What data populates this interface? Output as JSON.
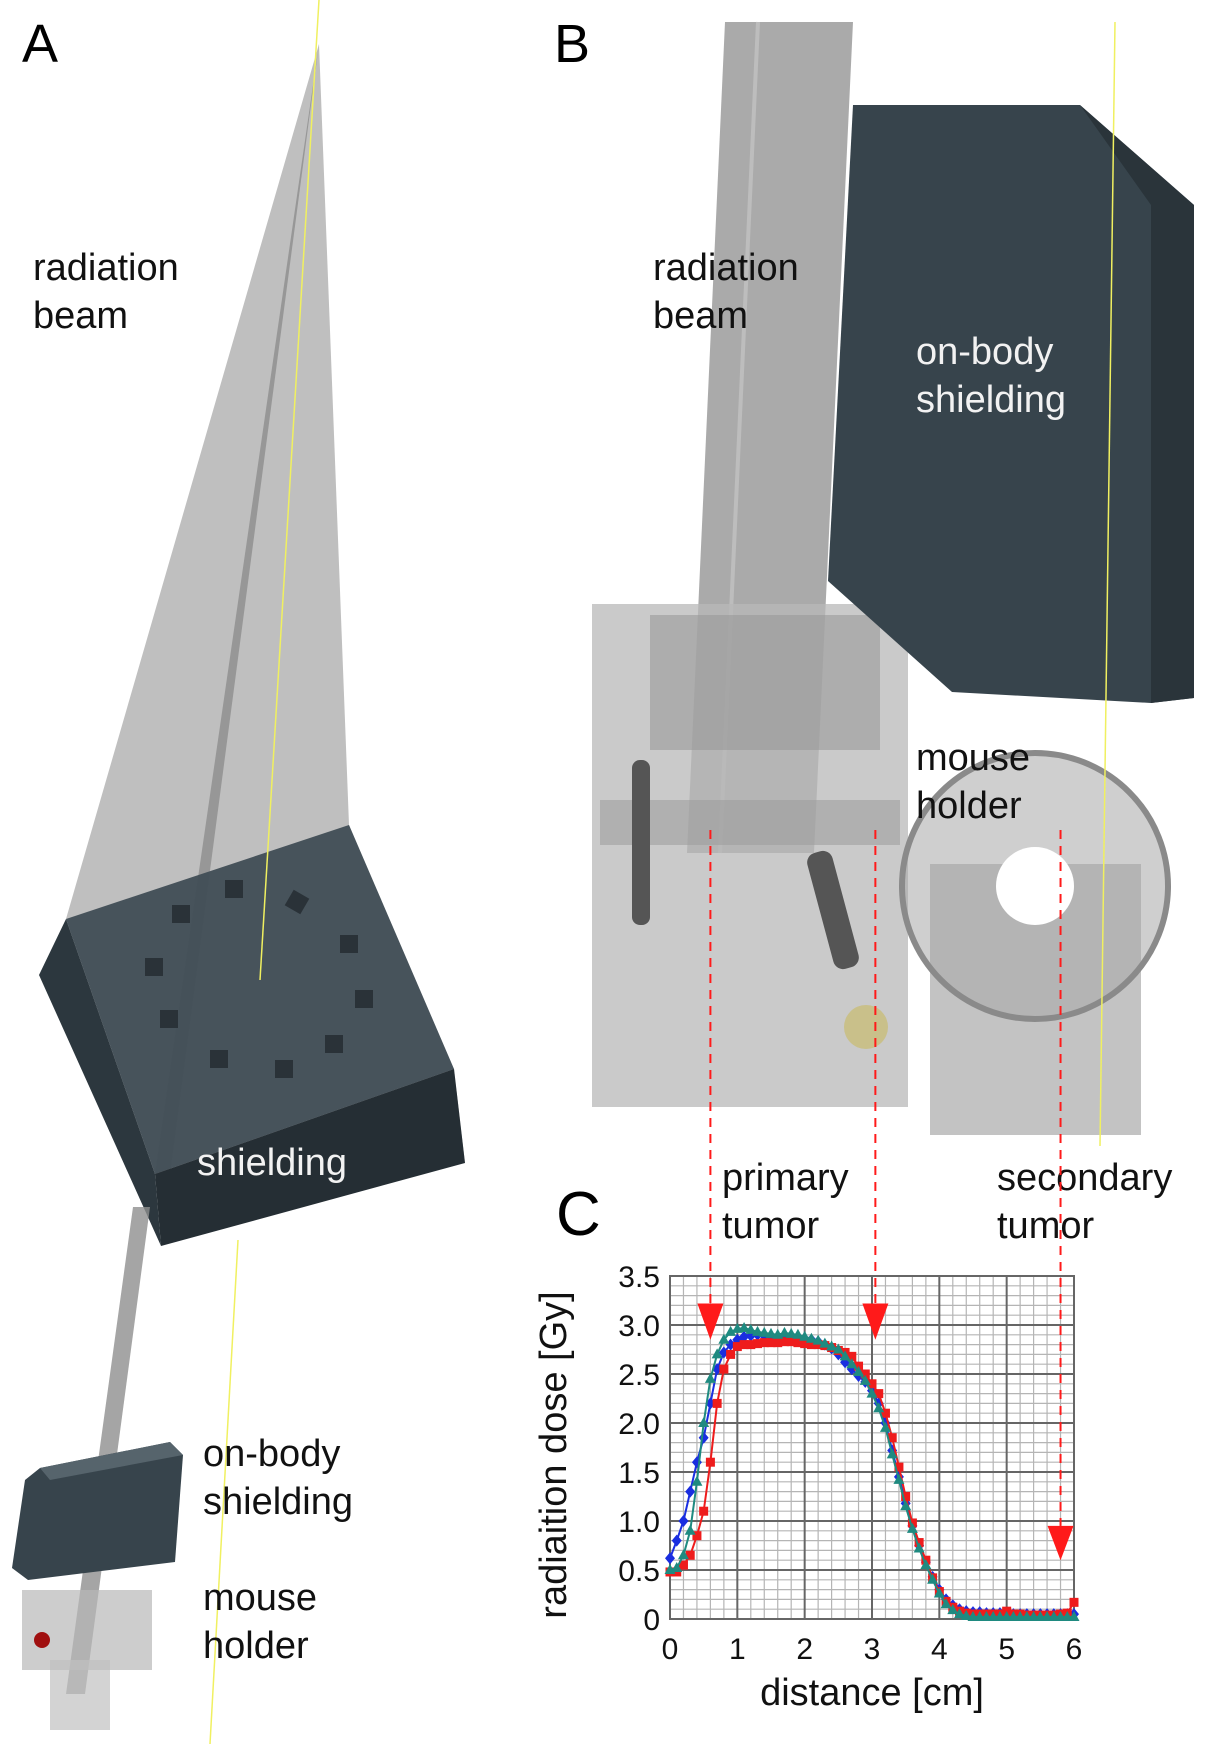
{
  "panels": {
    "a": {
      "letter": "A",
      "beam_label": [
        "radiation",
        "beam"
      ],
      "shielding_label": "shielding",
      "onbody_label": [
        "on-body",
        "shielding"
      ],
      "holder_label": [
        "mouse",
        "holder"
      ]
    },
    "b": {
      "letter": "B",
      "beam_label": [
        "radiation",
        "beam"
      ],
      "onbody_label": [
        "on-body",
        "shielding"
      ],
      "holder_label": [
        "mouse",
        "holder"
      ]
    },
    "c": {
      "letter": "C",
      "primary_label": [
        "primary",
        "tumor"
      ],
      "secondary_label": [
        "secondary",
        "tumor"
      ]
    }
  },
  "colors": {
    "blue": "#1a2ee0",
    "red": "#ee1c1c",
    "teal": "#1f8a80",
    "arrow": "#ff1a1a",
    "dark_shield": "#37444c",
    "yellow": "#f0f060"
  },
  "chart_data": {
    "type": "line",
    "title": "",
    "xlabel": "distance [cm]",
    "ylabel": "radiaition dose [Gy]",
    "xlim": [
      0,
      6
    ],
    "ylim": [
      0,
      3.5
    ],
    "x_ticks": [
      "0",
      "1",
      "2",
      "3",
      "4",
      "5",
      "6"
    ],
    "y_ticks": [
      "0",
      "0.5",
      "1.0",
      "1.5",
      "2.0",
      "2.5",
      "3.0",
      "3.5"
    ],
    "grid": true,
    "arrows_at_cm": [
      0.6,
      3.05,
      5.8
    ],
    "x": [
      0,
      0.1,
      0.2,
      0.3,
      0.4,
      0.5,
      0.6,
      0.7,
      0.8,
      0.9,
      1.0,
      1.1,
      1.2,
      1.3,
      1.4,
      1.5,
      1.6,
      1.7,
      1.8,
      1.9,
      2.0,
      2.1,
      2.2,
      2.3,
      2.4,
      2.5,
      2.6,
      2.7,
      2.8,
      2.9,
      3.0,
      3.1,
      3.2,
      3.3,
      3.4,
      3.5,
      3.6,
      3.7,
      3.8,
      3.9,
      4.0,
      4.1,
      4.2,
      4.3,
      4.4,
      4.5,
      4.6,
      4.7,
      4.8,
      4.9,
      5.0,
      5.1,
      5.2,
      5.3,
      5.4,
      5.5,
      5.6,
      5.7,
      5.8,
      5.9,
      6.0
    ],
    "series": [
      {
        "name": "blue",
        "marker": "diamond",
        "values": [
          0.62,
          0.8,
          1.0,
          1.3,
          1.6,
          1.85,
          2.2,
          2.55,
          2.72,
          2.8,
          2.85,
          2.88,
          2.89,
          2.9,
          2.89,
          2.88,
          2.87,
          2.88,
          2.88,
          2.87,
          2.86,
          2.85,
          2.83,
          2.8,
          2.76,
          2.7,
          2.62,
          2.55,
          2.48,
          2.42,
          2.33,
          2.2,
          2.0,
          1.72,
          1.45,
          1.18,
          0.95,
          0.75,
          0.58,
          0.43,
          0.3,
          0.2,
          0.14,
          0.1,
          0.08,
          0.07,
          0.07,
          0.06,
          0.06,
          0.06,
          0.06,
          0.05,
          0.05,
          0.05,
          0.05,
          0.05,
          0.05,
          0.05,
          0.05,
          0.05,
          0.05
        ]
      },
      {
        "name": "red",
        "marker": "square",
        "values": [
          0.48,
          0.48,
          0.55,
          0.65,
          0.85,
          1.1,
          1.6,
          2.2,
          2.55,
          2.7,
          2.78,
          2.8,
          2.8,
          2.81,
          2.82,
          2.82,
          2.82,
          2.83,
          2.83,
          2.82,
          2.81,
          2.8,
          2.8,
          2.79,
          2.77,
          2.74,
          2.72,
          2.68,
          2.58,
          2.5,
          2.4,
          2.3,
          2.1,
          1.85,
          1.55,
          1.25,
          0.98,
          0.78,
          0.6,
          0.42,
          0.28,
          0.18,
          0.12,
          0.08,
          0.06,
          0.05,
          0.05,
          0.05,
          0.05,
          0.05,
          0.08,
          0.05,
          0.05,
          0.04,
          0.04,
          0.04,
          0.04,
          0.04,
          0.05,
          0.06,
          0.17
        ]
      },
      {
        "name": "teal",
        "marker": "triangle",
        "values": [
          0.5,
          0.52,
          0.65,
          0.9,
          1.4,
          2.0,
          2.45,
          2.7,
          2.85,
          2.93,
          2.96,
          2.97,
          2.95,
          2.93,
          2.92,
          2.91,
          2.9,
          2.92,
          2.91,
          2.9,
          2.88,
          2.86,
          2.84,
          2.81,
          2.78,
          2.75,
          2.68,
          2.6,
          2.52,
          2.43,
          2.3,
          2.15,
          1.95,
          1.68,
          1.42,
          1.15,
          0.92,
          0.72,
          0.55,
          0.4,
          0.26,
          0.15,
          0.09,
          0.05,
          0.03,
          0.02,
          0.02,
          0.02,
          0.02,
          0.02,
          0.02,
          0.02,
          0.02,
          0.02,
          0.02,
          0.02,
          0.02,
          0.02,
          0.02,
          0.02,
          0.02
        ]
      }
    ]
  }
}
